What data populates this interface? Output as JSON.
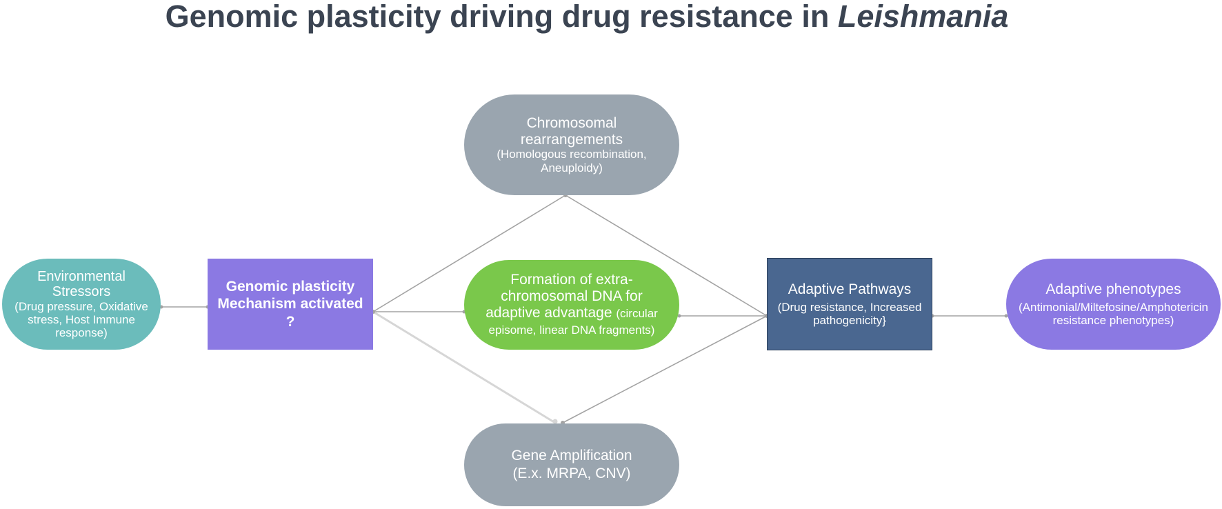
{
  "title": {
    "main": "Genomic plasticity driving drug resistance in ",
    "italic": "Leishmania"
  },
  "nodes": {
    "environmental": {
      "heading": "Environmental Stressors",
      "detail": "(Drug pressure, Oxidative stress, Host Immune response)"
    },
    "mechanism": {
      "heading": "Genomic plasticity Mechanism activated ?"
    },
    "chromosomal": {
      "heading": "Chromosomal rearrangements",
      "detail": "(Homologous recombination, Aneuploidy)"
    },
    "extrachromosomal": {
      "heading": "Formation of extra-chromosomal DNA for adaptive advantage",
      "detail": "(circular episome, linear DNA fragments)"
    },
    "gene_amplification": {
      "heading": "Gene Amplification",
      "detail": "(E.x. MRPA, CNV)"
    },
    "adaptive_pathways": {
      "heading": "Adaptive Pathways",
      "detail": "(Drug resistance, Increased pathogenicity}"
    },
    "adaptive_phenotypes": {
      "heading": "Adaptive phenotypes",
      "detail": "(Antimonial/Miltefosine/Amphotericin",
      "detail2": "resistance phenotypes)"
    }
  },
  "colors": {
    "teal": "#6bbcbb",
    "purple": "#8b79e3",
    "grey": "#9aa5af",
    "green": "#7ac84b",
    "navy": "#4a6790",
    "connector": "#a3a3a3",
    "title": "#3b4452"
  }
}
